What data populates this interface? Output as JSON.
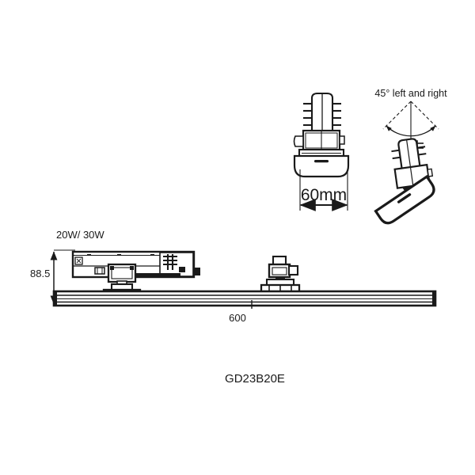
{
  "drawing": {
    "type": "technical-dimension-drawing",
    "subject": "LED track spotlight on linear track rail",
    "background_color": "#ffffff",
    "line_color": "#1a1a1a",
    "model_name": "GD23B20E",
    "annotations": {
      "power_rating": "20W/ 30W",
      "height_mm": "88.5",
      "length_mm": "600",
      "head_width": "60mm",
      "tilt_range": "45° left and right"
    },
    "views": [
      {
        "name": "front-view-head",
        "label": "60mm",
        "description": "Front elevation of spotlight head with track adapter"
      },
      {
        "name": "tilt-diagram",
        "label": "45° left and right",
        "description": "Swivel range arc with tilted spotlight below"
      },
      {
        "name": "side-view-assembly",
        "labels": [
          "20W/ 30W",
          "88.5",
          "600"
        ],
        "description": "Side elevation of fixture mounted on 600mm track rail with a second adapter"
      }
    ]
  },
  "labels": {
    "power": "20W/ 30W",
    "height": "88.5",
    "length": "600",
    "width": "60mm",
    "tilt": "45° left and right",
    "model": "GD23B20E"
  },
  "icons": {
    "arrow_left": "arrow-left-icon",
    "arrow_right": "arrow-right-icon",
    "arrow_up": "arrow-up-icon",
    "arrow_down": "arrow-down-icon"
  }
}
